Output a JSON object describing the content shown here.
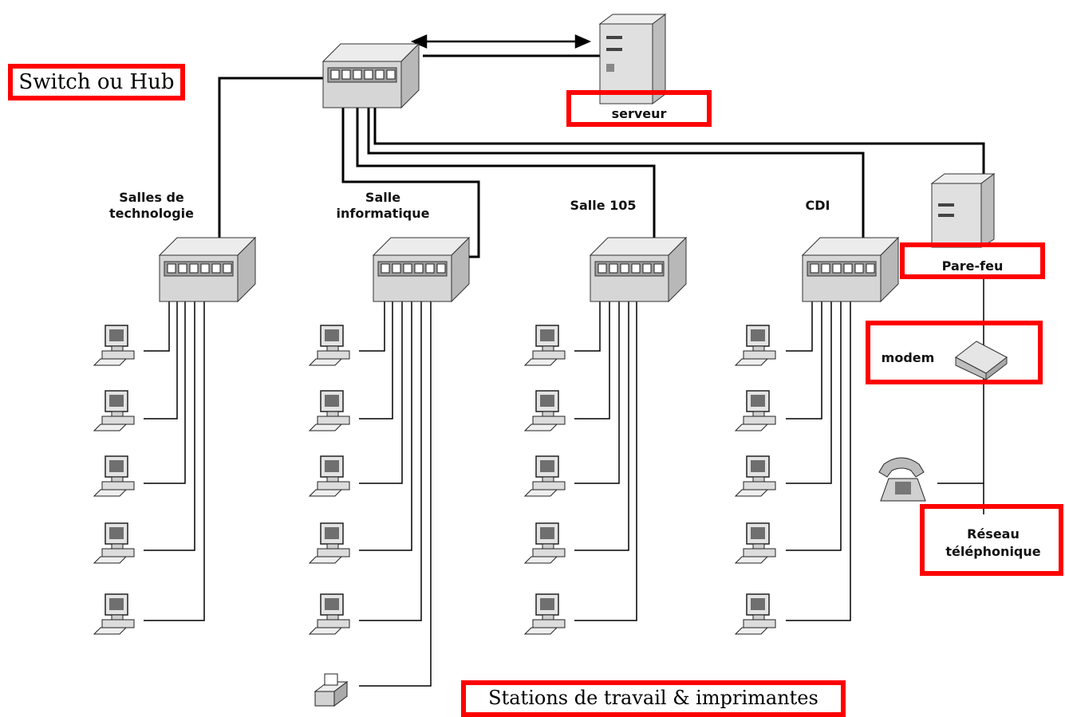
{
  "labels": {
    "switch_ou_hub": "Switch ou Hub",
    "serveur": "serveur",
    "salles_tech_1": "Salles de",
    "salles_tech_2": "technologie",
    "salle_info_1": "Salle",
    "salle_info_2": "informatique",
    "salle_105": "Salle 105",
    "cdi": "CDI",
    "pare_feu": "Pare-feu",
    "modem": "modem",
    "reseau_1": "Réseau",
    "reseau_2": "téléphonique",
    "stations": "Stations de travail & imprimantes"
  },
  "colors": {
    "highlight": "#ff0000",
    "line": "#000000",
    "device": "#d9d9d9"
  },
  "icons": [
    "switch-icon",
    "server-icon",
    "computer-icon",
    "printer-icon",
    "modem-icon",
    "telephone-icon"
  ]
}
